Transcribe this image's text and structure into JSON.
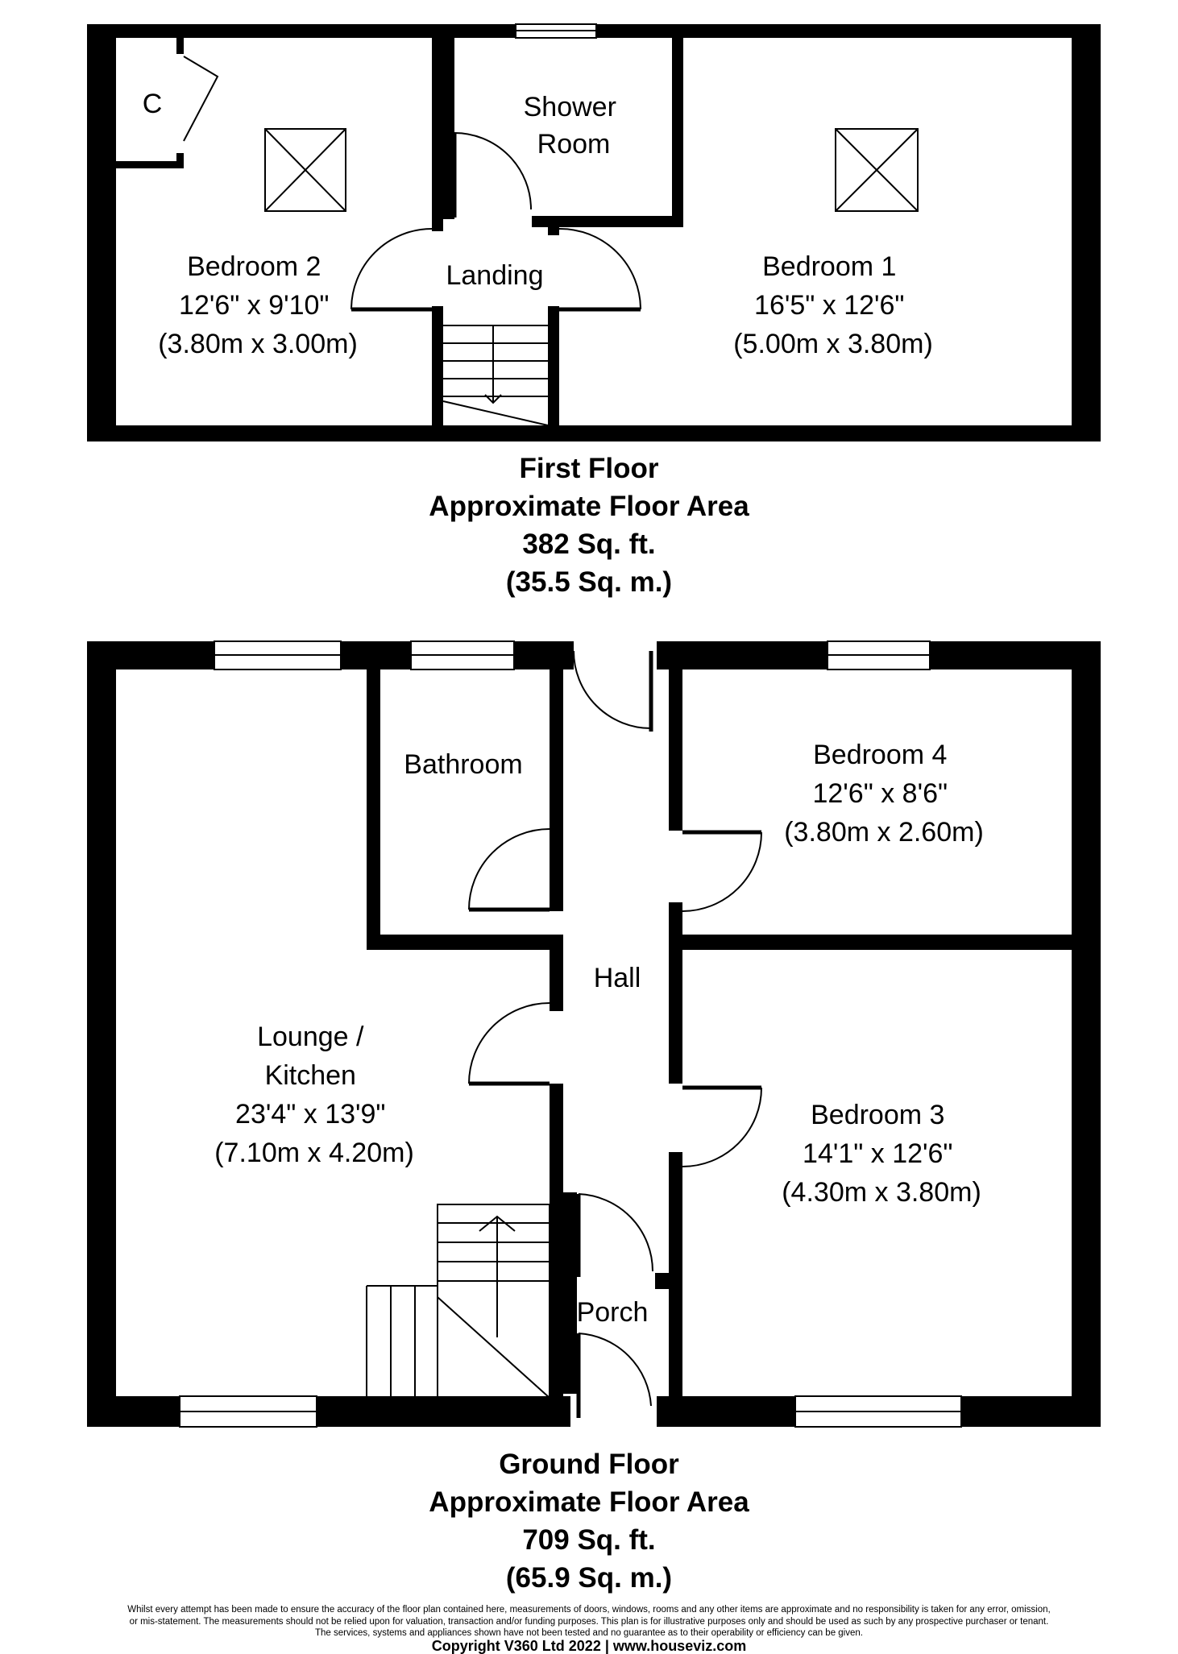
{
  "first_floor": {
    "rooms": {
      "cupboard": {
        "label": "C"
      },
      "shower_room": {
        "lines": [
          "Shower",
          "Room"
        ]
      },
      "landing": {
        "label": "Landing"
      },
      "bedroom_2": {
        "lines": [
          "Bedroom 2",
          "12'6\" x 9'10\"",
          "(3.80m x 3.00m)"
        ]
      },
      "bedroom_1": {
        "lines": [
          "Bedroom 1",
          "16'5\" x 12'6\"",
          "(5.00m x 3.80m)"
        ]
      }
    },
    "caption": [
      "First Floor",
      "Approximate Floor Area",
      "382 Sq. ft.",
      "(35.5 Sq. m.)"
    ]
  },
  "ground_floor": {
    "rooms": {
      "bathroom": {
        "label": "Bathroom"
      },
      "bedroom_4": {
        "lines": [
          "Bedroom 4",
          "12'6\" x 8'6\"",
          "(3.80m x 2.60m)"
        ]
      },
      "hall": {
        "label": "Hall"
      },
      "lounge_kitchen": {
        "lines": [
          "Lounge /",
          "Kitchen",
          "23'4\" x 13'9\"",
          "(7.10m x 4.20m)"
        ]
      },
      "bedroom_3": {
        "lines": [
          "Bedroom 3",
          "14'1\" x 12'6\"",
          "(4.30m x 3.80m)"
        ]
      },
      "porch": {
        "label": "Porch"
      }
    },
    "caption": [
      "Ground Floor",
      "Approximate Floor Area",
      "709 Sq. ft.",
      "(65.9 Sq. m.)"
    ]
  },
  "footer": {
    "disclaimer": [
      "Whilst every attempt has been made to ensure the accuracy of the floor plan contained here, measurements of doors, windows, rooms and any other items are approximate and no responsibility is taken for any error, omission,",
      "or mis-statement. The measurements should not be relied upon for valuation, transaction and/or funding purposes. This plan is for illustrative purposes only and should be used as such by any prospective purchaser or tenant.",
      "The services, systems and appliances shown have not been tested and no guarantee as to their operability or efficiency can be given."
    ],
    "copyright": "Copyright V360 Ltd 2022 | www.houseviz.com"
  }
}
